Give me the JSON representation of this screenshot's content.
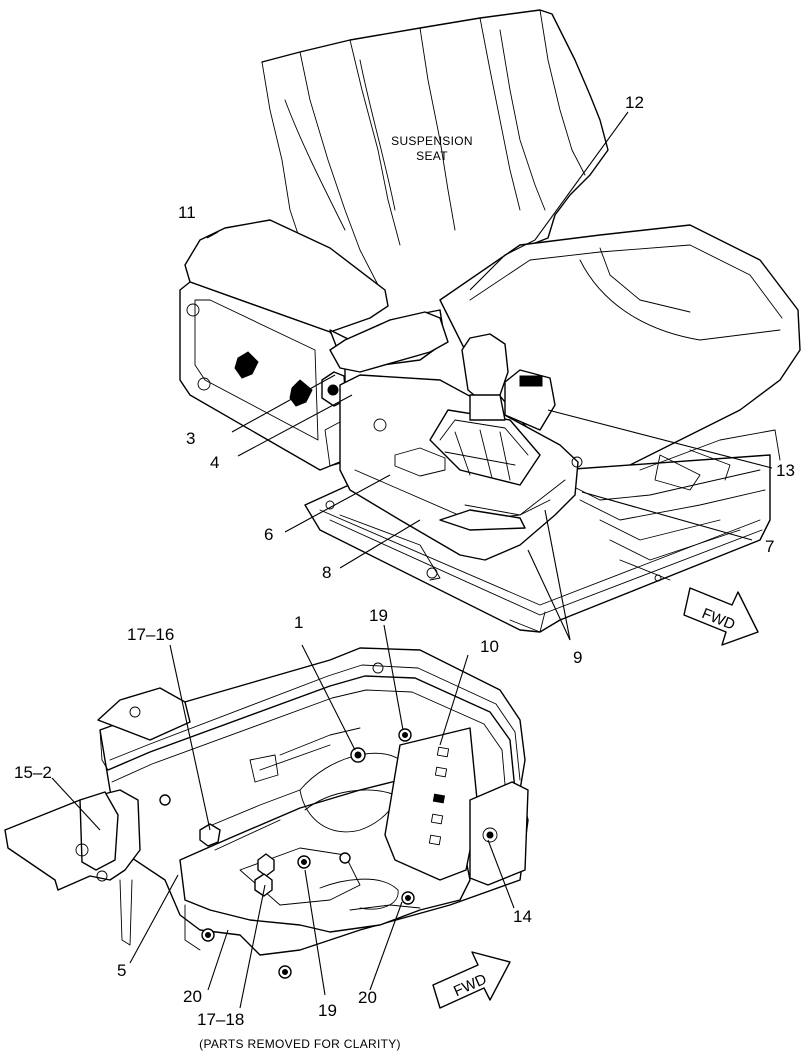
{
  "upper_view": {
    "seat_label_line1": "SUSPENSION",
    "seat_label_line2": "SEAT",
    "fwd_label": "FWD",
    "callouts": {
      "c3": "3",
      "c4": "4",
      "c6": "6",
      "c7": "7",
      "c8": "8",
      "c9": "9",
      "c11": "11",
      "c12": "12",
      "c13": "13"
    }
  },
  "lower_view": {
    "fwd_label": "FWD",
    "note": "(PARTS REMOVED FOR CLARITY)",
    "callouts": {
      "c1": "1",
      "c5": "5",
      "c10": "10",
      "c14": "14",
      "c15_2": "15–2",
      "c17_16": "17–16",
      "c17_18": "17–18",
      "c19_top": "19",
      "c19_bottom": "19",
      "c20_left": "20",
      "c20_right": "20"
    }
  }
}
